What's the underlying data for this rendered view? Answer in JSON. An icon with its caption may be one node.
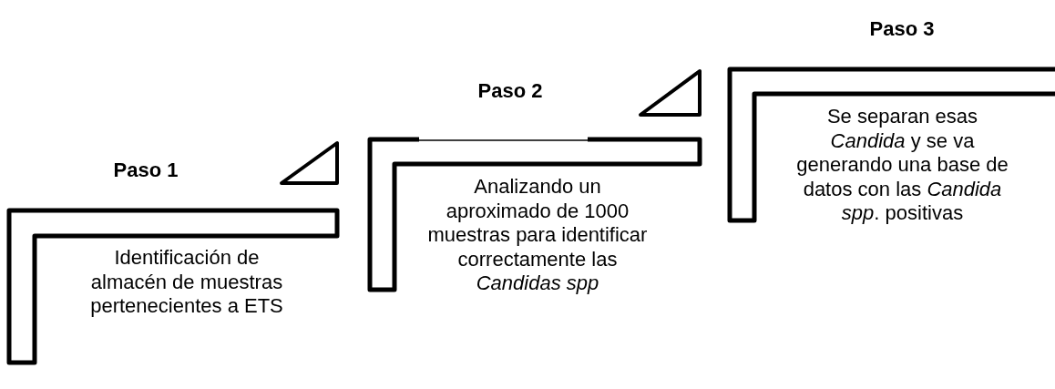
{
  "diagram": {
    "nodes": [
      {
        "text": [
          "Paso 1",
          "Identificación de almacén de muestras pertenecientes a ETS"
        ]
      },
      {
        "text": [
          "Paso 2",
          "Analizando un aproximado de 1000 muestras para identificar correctamente las *Candidas spp*"
        ]
      },
      {
        "text": [
          "Paso 3",
          "Se separan esas *Candida* y se va generando una base de datos con las *Candida spp*. positivas"
        ]
      }
    ]
  }
}
